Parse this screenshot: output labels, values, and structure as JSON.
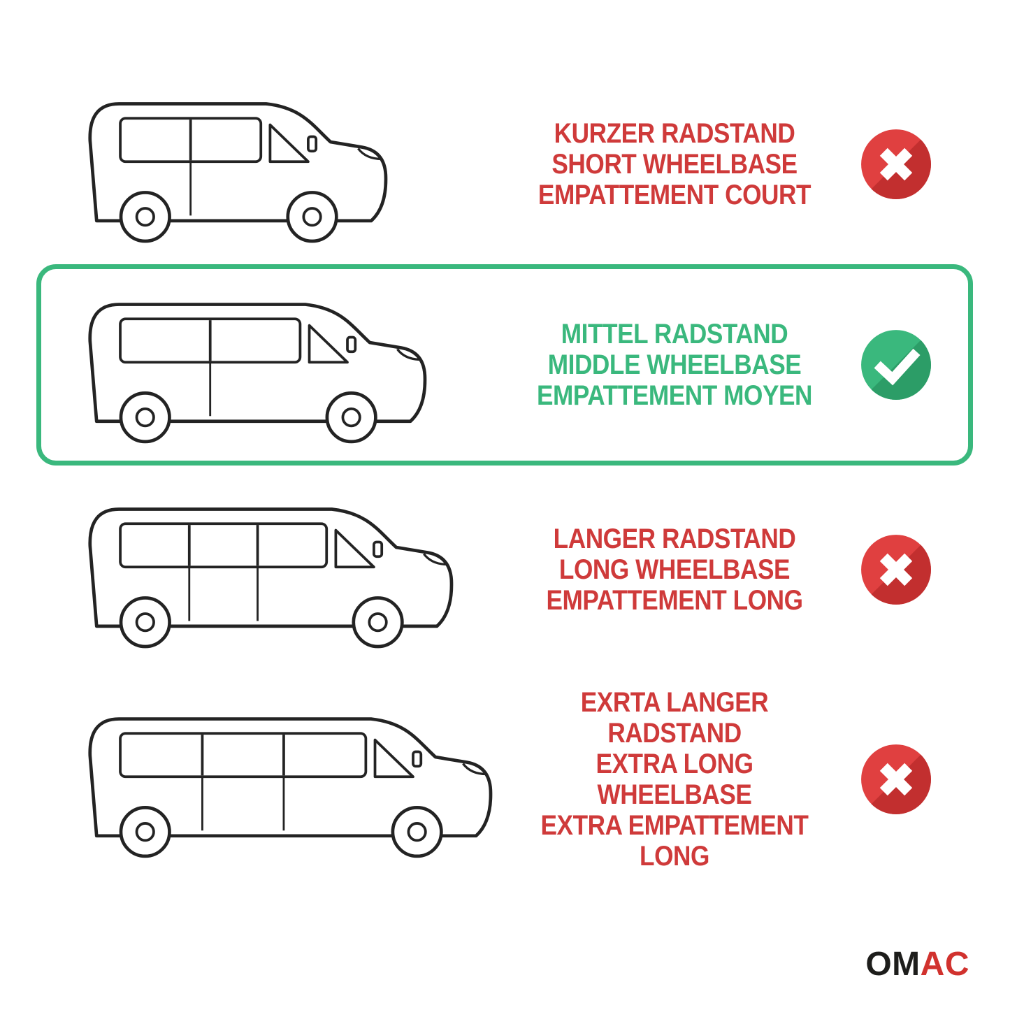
{
  "colors": {
    "red_text": "#cf3a3a",
    "green_text": "#3ab87d",
    "badge_red": "#e04040",
    "badge_red_shade": "#c22f2f",
    "badge_green": "#3ab87d",
    "badge_green_shade": "#2c9d67",
    "stroke": "#232323",
    "highlight_border": "#3ab87d",
    "logo_primary": "#1d1d1b",
    "logo_accent": "#d1322e"
  },
  "rows": [
    {
      "id": "short-wheelbase",
      "lines": [
        "KURZER RADSTAND",
        "SHORT WHEELBASE",
        "EMPATTEMENT COURT"
      ],
      "status": "rejected",
      "icon": "x-mark",
      "van_length": 500,
      "highlighted": false
    },
    {
      "id": "middle-wheelbase",
      "lines": [
        "MITTEL RADSTAND",
        "MIDDLE WHEELBASE",
        "EMPATTEMENT MOYEN"
      ],
      "status": "approved",
      "icon": "check-mark",
      "van_length": 560,
      "highlighted": true
    },
    {
      "id": "long-wheelbase",
      "lines": [
        "LANGER RADSTAND",
        "LONG WHEELBASE",
        "EMPATTEMENT LONG"
      ],
      "status": "rejected",
      "icon": "x-mark",
      "van_length": 600,
      "highlighted": false
    },
    {
      "id": "extra-long-wheelbase",
      "lines": [
        "EXRTA LANGER RADSTAND",
        "EXTRA LONG WHEELBASE",
        "EXTRA EMPATTEMENT LONG"
      ],
      "status": "rejected",
      "icon": "x-mark",
      "van_length": 660,
      "highlighted": false
    }
  ],
  "logo": {
    "text_primary": "OM",
    "text_accent": "AC"
  }
}
